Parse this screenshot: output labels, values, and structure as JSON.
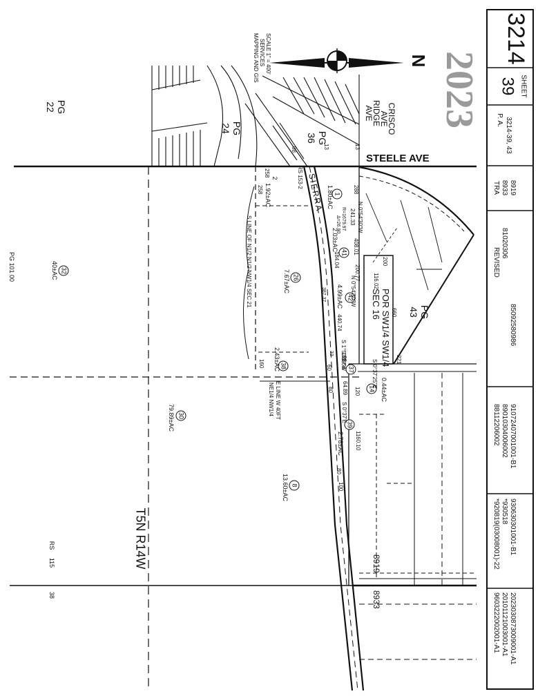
{
  "title_block": {
    "book_page": "3214",
    "sheet_no": "39",
    "sheet_label": "SHEET",
    "pa_label": "P. A.",
    "pa_value": "3214-39, 43",
    "tra_label": "TRA",
    "tra_values": [
      "8933",
      "8919"
    ],
    "revised_label": "REVISED",
    "revised_values": [
      "81020306",
      "85092580986"
    ],
    "rev_col1": [
      "88112206002",
      "89010304006002",
      "91072407001001-B1"
    ],
    "rev_col2": [
      "*920819(03008001)-22",
      "*930518",
      "930630301001-B1"
    ],
    "rev_col3": [
      "9603222002001-A1",
      "20101121003001-A1",
      "2023030873009001-A1"
    ]
  },
  "header": {
    "year": "2023",
    "mapping_note": [
      "MAPPING AND GIS",
      "SERVICES",
      "SCALE 1\" = 400'"
    ],
    "north_label": "N"
  },
  "streets": {
    "steele": "STEELE AVE",
    "crisco": [
      "CRISCO",
      "AVE"
    ],
    "ridge": [
      "RIDGE",
      "AVE"
    ],
    "sierra": "SIERRA"
  },
  "page_refs": {
    "pg22": [
      "PG",
      "22"
    ],
    "pg24": [
      "PG",
      "24"
    ],
    "pg36": [
      "PG",
      "36"
    ],
    "pg43": [
      "PG",
      "43"
    ]
  },
  "parcels": [
    {
      "num": "1",
      "area": "1.80±AC"
    },
    {
      "num": "2",
      "area": "1.92±AC"
    },
    {
      "num": "26",
      "area": "7.67±AC"
    },
    {
      "num": "32",
      "area": "40±AC"
    },
    {
      "num": "41",
      "area": "2.03±AC"
    },
    {
      "num": "42",
      "area": "4.99±AC"
    },
    {
      "num": "37",
      "area": ""
    },
    {
      "num": "38",
      "area": "2.43±AC"
    },
    {
      "num": "14",
      "area": "0.44±AC"
    },
    {
      "num": "30",
      "area": "79.89±AC"
    },
    {
      "num": "39",
      "area": "2.78±AC"
    },
    {
      "num": "8",
      "area": "13.60±AC"
    }
  ],
  "dims": {
    "d258a": "258",
    "d258b": "258",
    "d288": "288",
    "d13a": "13",
    "d13b": "13",
    "d08": "08",
    "d241": "241.33",
    "b1": "N 0°54'30\"W",
    "b2": "N 0°54'30\"W",
    "b3": "S 1°50'39\"W",
    "b4": "S 0°37'25\"E",
    "b5": "S 0°37'E",
    "curve": "R=1679.97",
    "curve2": "Δ=26.90",
    "d408": "408.01",
    "d184": "184.04",
    "d200": "200",
    "d20077": "200.77",
    "d660": "660",
    "d116": "116.02",
    "d440": "440.74",
    "d15254": "152.54",
    "d221": "221",
    "d96": "96",
    "d60": "60",
    "d6489": "64.89",
    "d120": "120",
    "d80a": "80",
    "d80b": "80",
    "d100": "100",
    "d1160": "1160.10",
    "d160": "160",
    "d33": "33",
    "d38737": "387.37",
    "d8919": "8919",
    "d8933": "8933"
  },
  "labels": {
    "rs153": "RS 153-2",
    "rs115": [
      "RS",
      "115",
      "38"
    ],
    "sline": "S LINE OF N1/2 N1/2 NW1/4 SEC 21",
    "eline": [
      "E LINE W 40FT",
      "NE1/4 NW1/4"
    ],
    "por": [
      "POR SW1/4 SW1/4",
      "SEC 16"
    ],
    "twp": "T5N R14W",
    "pg_partial": "PG 101 00"
  }
}
